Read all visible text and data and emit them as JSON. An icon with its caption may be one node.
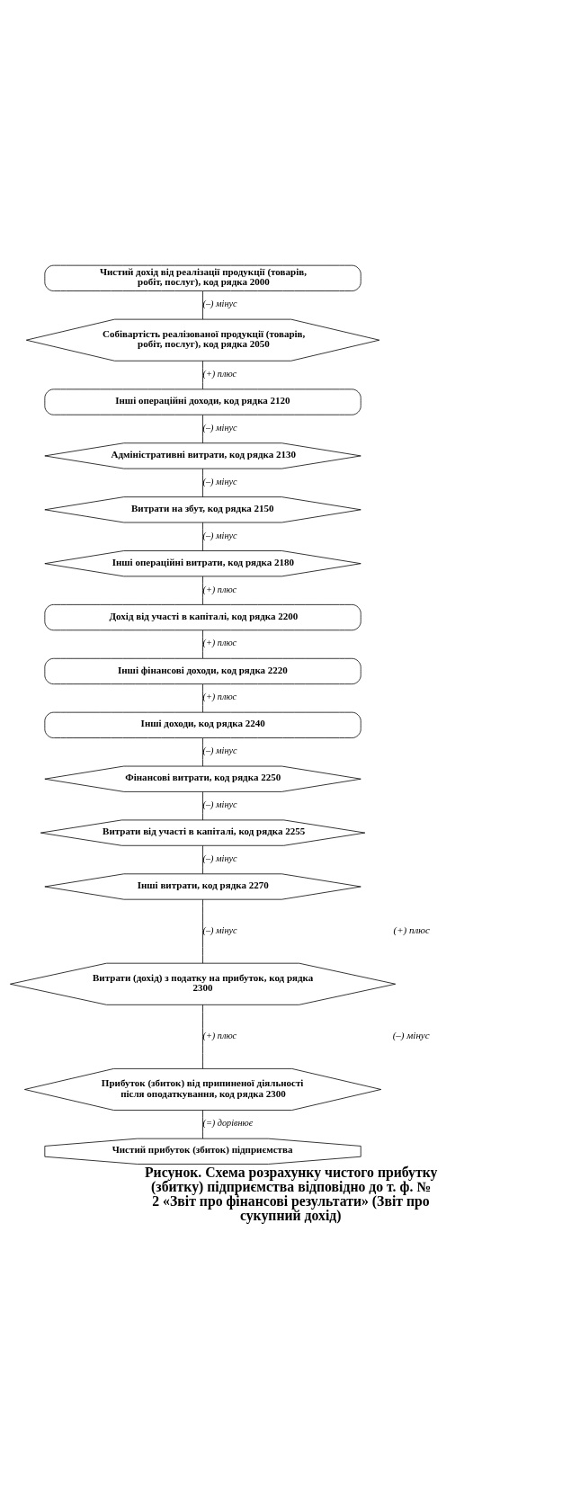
{
  "diagram": {
    "caption": "Рисунок. Схема розрахунку чистого прибутку (збитку) підприємства відповідно до т. ф. № 2 «Звіт про фінансові результати» (Звіт про сукупний дохід)",
    "nodes": [
      {
        "text": [
          "Чистий дохід від реалізації продукції (товарів, робіт, послуг), код рядка 2000"
        ]
      },
      {
        "text": [
          "Собівартість реалізованої продукції (товарів, робіт, послуг), код рядка 2050"
        ]
      },
      {
        "text": [
          "Інші операційні доходи, код рядка 2120"
        ]
      },
      {
        "text": [
          "Адміністративні витрати, код рядка 2130"
        ]
      },
      {
        "text": [
          "Витрати на збут, код рядка 2150"
        ]
      },
      {
        "text": [
          "Інші операційні витрати, код рядка 2180"
        ]
      },
      {
        "text": [
          "Дохід від участі в капіталі, код рядка 2200"
        ]
      },
      {
        "text": [
          "Інші фінансові доходи, код рядка 2220"
        ]
      },
      {
        "text": [
          "Інші доходи, код рядка 2240"
        ]
      },
      {
        "text": [
          "Фінансові витрати, код рядка 2250"
        ]
      },
      {
        "text": [
          "Витрати від участі в капіталі, код рядка 2255"
        ]
      },
      {
        "text": [
          "Інші витрати, код рядка 2270"
        ]
      },
      {
        "text": [
          "Витрати (дохід) з податку на прибуток, код рядка 2300"
        ]
      },
      {
        "text": [
          "Прибуток (збиток) від припиненої діяльності після оподаткування, код рядка 2300"
        ]
      },
      {
        "text": [
          "Чистий прибуток (збиток) підприємства"
        ]
      }
    ],
    "edges": [
      {
        "from": 0,
        "to": 1,
        "arrow": "none",
        "label": "(–) мінус"
      },
      {
        "from": 1,
        "to": 2,
        "arrow": "none",
        "label": "(+) плюс"
      },
      {
        "from": 2,
        "to": 3,
        "arrow": "none",
        "label": "(–) мінус"
      },
      {
        "from": 3,
        "to": 4,
        "arrow": "none",
        "label": "(–) мінус"
      },
      {
        "from": 4,
        "to": 5,
        "arrow": "none",
        "label": "(–) мінус"
      },
      {
        "from": 5,
        "to": 6,
        "arrow": "none",
        "label": "(+) плюс"
      },
      {
        "from": 6,
        "to": 7,
        "arrow": "none",
        "label": "(+) плюс"
      },
      {
        "from": 7,
        "to": 8,
        "arrow": "none",
        "label": "(+) плюс"
      },
      {
        "from": 8,
        "to": 9,
        "arrow": "none",
        "label": "(–) мінус"
      },
      {
        "from": 9,
        "to": 10,
        "arrow": "none",
        "label": "(–) мінус"
      },
      {
        "from": 10,
        "to": 11,
        "arrow": "none",
        "label": "(–) мінус"
      },
      {
        "from": 11,
        "to": 12,
        "arrow": "none",
        "label": "(–) мінус"
      },
      {
        "from": 12,
        "to": 13,
        "arrow": "none",
        "label": "(+) плюс"
      },
      {
        "from": 13,
        "to": 14,
        "arrow": "none",
        "label": "(=) дорівнює"
      }
    ],
    "labels": [
      "(+) плюс",
      "(–) мінус"
    ]
  }
}
